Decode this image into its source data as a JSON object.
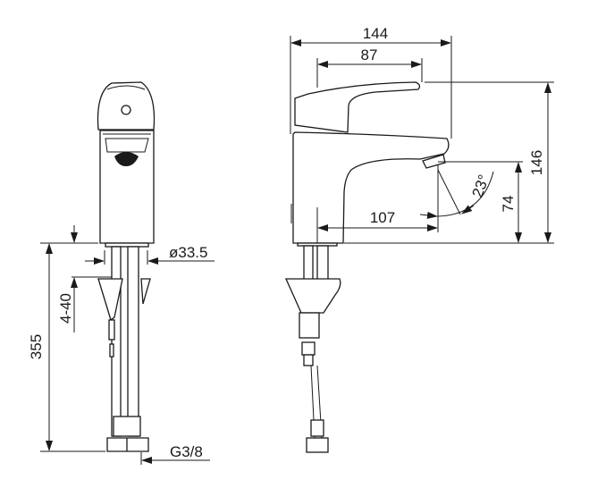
{
  "title": "Faucet technical drawing",
  "front_view": {
    "dim_total_height": "355",
    "dim_deck_thickness": "4-40",
    "dim_hole_diameter": "ø33.5",
    "dim_connection": "G3/8"
  },
  "side_view": {
    "dim_total_depth": "144",
    "dim_lever_length": "87",
    "dim_height": "146",
    "dim_spout_height": "74",
    "dim_spout_reach": "107",
    "dim_spout_angle": "23°"
  },
  "colors": {
    "line": "#1a1a1a",
    "background": "#ffffff"
  }
}
